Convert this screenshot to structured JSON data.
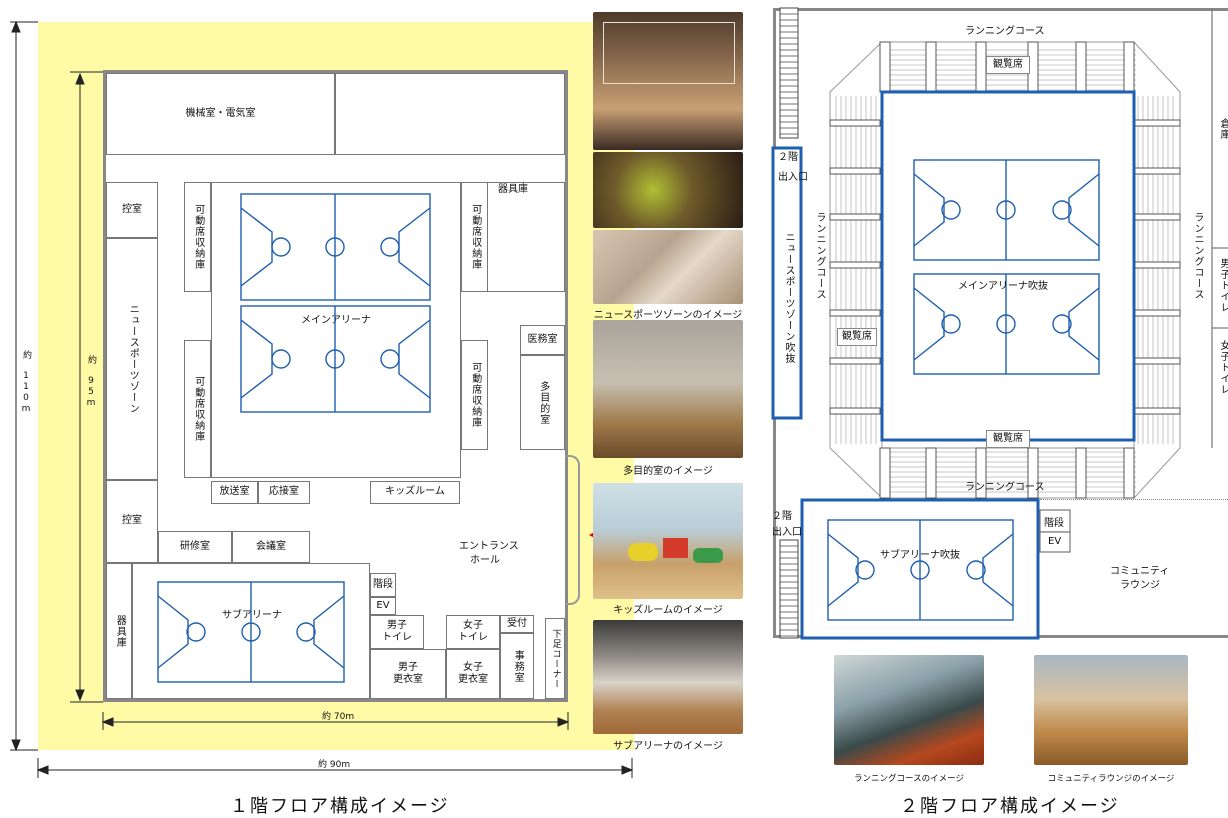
{
  "floor1": {
    "title": "１階フロア構成イメージ",
    "dim_height_total": "約 110m",
    "dim_height_inner": "約 95m",
    "dim_width_inner": "約 70m",
    "dim_width_total": "約 90m",
    "rooms": {
      "machine_room": "機械室・電気室",
      "waiting_room_1": "控室",
      "waiting_room_2": "控室",
      "new_sports_zone": "ニュースポーツゾーン",
      "movable_seat_storage_1": "可動席収納庫",
      "movable_seat_storage_2": "可動席収納庫",
      "movable_seat_storage_3": "可動席収納庫",
      "movable_seat_storage_4": "可動席収納庫",
      "equipment_storage_1": "器具庫",
      "equipment_storage_2": "器具庫",
      "main_arena": "メインアリーナ",
      "medical_room": "医務室",
      "multipurpose_room": "多目的室",
      "broadcast_room": "放送室",
      "reception_room": "応接室",
      "kids_room": "キッズルーム",
      "training_room": "研修室",
      "meeting_room": "会議室",
      "entrance_hall_1": "エントランス",
      "entrance_hall_2": "ホール",
      "stairs": "階段",
      "elevator": "EV",
      "sub_arena": "サブアリーナ",
      "mens_toilet_1": "男子",
      "mens_toilet_2": "トイレ",
      "womens_toilet_1": "女子",
      "womens_toilet_2": "トイレ",
      "reception_desk": "受付",
      "mens_locker_1": "男子",
      "mens_locker_2": "更衣室",
      "womens_locker_1": "女子",
      "womens_locker_2": "更衣室",
      "office": "事務室",
      "shoe_corner": "下足コーナー"
    }
  },
  "photos": {
    "new_sports_caption": "ニュースポーツゾーンのイメージ",
    "multipurpose_caption": "多目的室のイメージ",
    "kids_caption": "キッズルームのイメージ",
    "sub_arena_caption": "サブアリーナのイメージ",
    "running_caption": "ランニングコースのイメージ",
    "lounge_caption": "コミュニティラウンジのイメージ"
  },
  "floor2": {
    "title": "２階フロア構成イメージ",
    "running_top": "ランニングコース",
    "running_bottom": "ランニングコース",
    "running_left": "ランニングコース",
    "running_right": "ランニングコース",
    "spectator_top": "観覧席",
    "spectator_left": "観覧席",
    "spectator_bottom": "観覧席",
    "main_arena_void": "メインアリーナ吹抜",
    "new_sports_void": "ニュースポーツゾーン吹抜",
    "entrance_1": "２階",
    "entrance_1b": "出入口",
    "entrance_2": "２階",
    "entrance_2b": "出入口",
    "storage": "倉庫",
    "mens_toilet": "男子トイレ",
    "womens_toilet": "女子トイレ",
    "stairs": "階段",
    "elevator": "EV",
    "sub_arena_void": "サブアリーナ吹抜",
    "lounge_1": "コミュニティ",
    "lounge_2": "ラウンジ"
  },
  "colors": {
    "site": "#fffaa6",
    "court_line": "#1f5fb0",
    "wall": "#777777",
    "arrow": "#e0001b"
  }
}
